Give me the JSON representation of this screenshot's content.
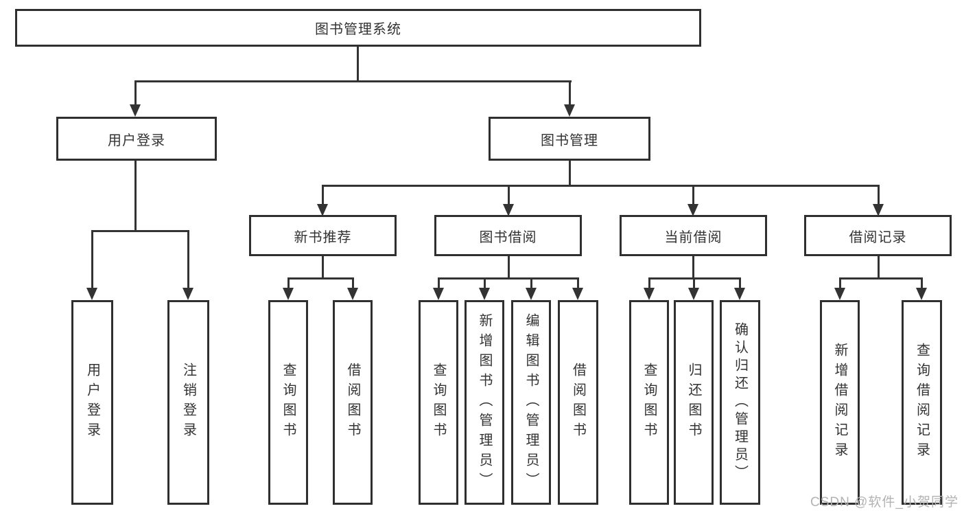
{
  "diagram": {
    "root": {
      "label": "图书管理系统"
    },
    "level2": [
      {
        "label": "用户登录"
      },
      {
        "label": "图书管理"
      }
    ],
    "level3": [
      {
        "label": "新书推荐"
      },
      {
        "label": "图书借阅"
      },
      {
        "label": "当前借阅"
      },
      {
        "label": "借阅记录"
      }
    ],
    "leaves": [
      {
        "label": "用户登录"
      },
      {
        "label": "注销登录"
      },
      {
        "label": "查询图书"
      },
      {
        "label": "借阅图书"
      },
      {
        "label": "查询图书"
      },
      {
        "label": "新增图书（管理员）"
      },
      {
        "label": "编辑图书（管理员）"
      },
      {
        "label": "借阅图书"
      },
      {
        "label": "查询图书"
      },
      {
        "label": "归还图书"
      },
      {
        "label": "确认归还（管理员）"
      },
      {
        "label": "新增借阅记录"
      },
      {
        "label": "查询借阅记录"
      }
    ]
  },
  "watermark": "CSDN @软件_小贺同学",
  "colors": {
    "line": "#333333",
    "text": "#333333",
    "box_border": "#2f2f2f",
    "watermark": "#b3b3b3",
    "background": "#ffffff"
  }
}
